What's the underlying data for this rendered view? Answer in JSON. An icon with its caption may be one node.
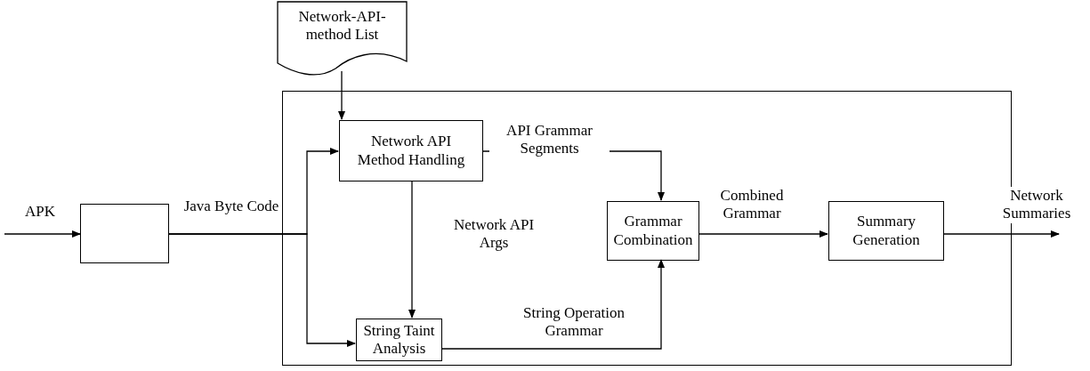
{
  "diagram": {
    "nodes": [
      {
        "text": [
          "Network-API-method List"
        ]
      },
      {
        "text": [],
        "shape": "box"
      },
      {
        "text": [],
        "shape": "box"
      },
      {
        "text": [
          "Network API Method Handling"
        ],
        "in": 1
      },
      {
        "text": [
          "String Taint Analysis"
        ],
        "in": 1
      },
      {
        "text": [
          "Grammar Combination"
        ],
        "in": 1
      },
      {
        "text": [
          "Summary Generation"
        ],
        "in": 1
      }
    ],
    "edges": [
      {
        "from": null,
        "to": 2,
        "arrow": "to",
        "label": "APK"
      },
      {
        "from": 2,
        "to": 3,
        "arrow": "to",
        "label": "Java Byte Code"
      },
      {
        "from": 2,
        "to": 4,
        "arrow": "to"
      },
      {
        "from": 0,
        "to": 3,
        "arrow": "to"
      },
      {
        "from": 3,
        "to": 4,
        "arrow": "to",
        "label": "Network API Args"
      },
      {
        "from": 3,
        "to": 5,
        "arrow": "to",
        "label": "API Grammar Segments"
      },
      {
        "from": 4,
        "to": 5,
        "arrow": "to",
        "label": "String Operation Grammar"
      },
      {
        "from": 5,
        "to": 6,
        "arrow": "to",
        "label": "Combined Grammar"
      },
      {
        "from": 6,
        "to": null,
        "arrow": "to",
        "label": "Network Summaries"
      }
    ]
  }
}
